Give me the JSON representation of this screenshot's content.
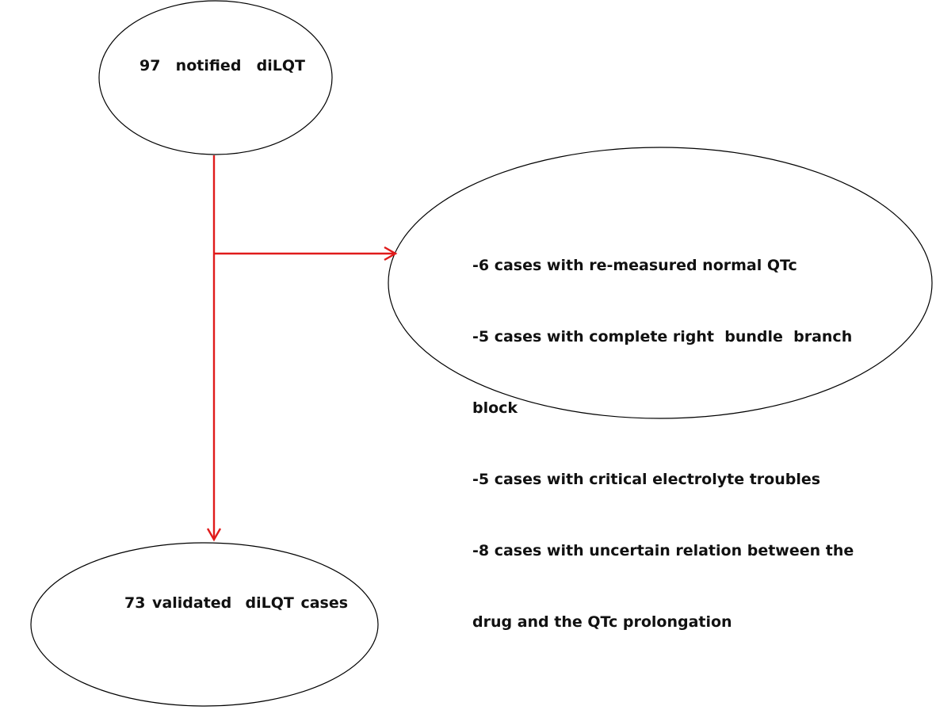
{
  "nodes": {
    "top": {
      "text": "97  notified  diLQT"
    },
    "exclusions": {
      "lines": [
        "-6 cases with re-measured normal QTc",
        "-5 cases with complete right  bundle  branch",
        "block",
        "-5 cases with critical electrolyte troubles",
        "-8 cases with uncertain relation between the",
        "drug and the QTc prolongation"
      ]
    },
    "bottom": {
      "text": "73 validated  diLQT cases"
    }
  },
  "colors": {
    "arrow": "#e01b1b",
    "ellipse_stroke": "#000000",
    "background": "#ffffff"
  }
}
